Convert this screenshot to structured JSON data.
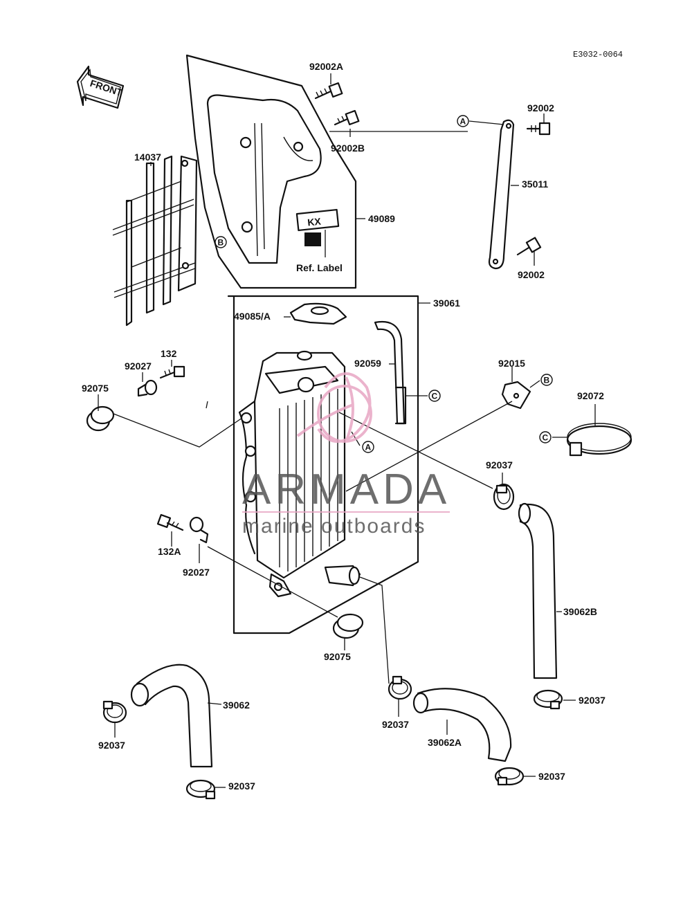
{
  "diagram_code": "E3032-0064",
  "front_arrow": "FRONT",
  "ref_label": "Ref. Label",
  "watermark": {
    "title": "ARMADA",
    "subtitle": "marine outboards",
    "color": "#e8a6c4"
  },
  "callouts": {
    "A": "A",
    "B": "B",
    "C": "C"
  },
  "parts": {
    "p92002A": "92002A",
    "p92002B": "92002B",
    "p14037": "14037",
    "p49089": "49089",
    "p92002_top": "92002",
    "p35011": "35011",
    "p92002_bottom": "92002",
    "p49085A": "49085/A",
    "p39061": "39061",
    "p92059": "92059",
    "p132": "132",
    "p92027_top": "92027",
    "p92075_left": "92075",
    "p92015": "92015",
    "p92072": "92072",
    "p92037_mid": "92037",
    "p132A": "132A",
    "p92027_bottom": "92027",
    "p39062B": "39062B",
    "p92075_bottom": "92075",
    "p39062": "39062",
    "p92037_left": "92037",
    "p92037_center": "92037",
    "p92037_right": "92037",
    "p39062A": "39062A",
    "p92037_lower_left": "92037",
    "p92037_lower_right": "92037"
  }
}
